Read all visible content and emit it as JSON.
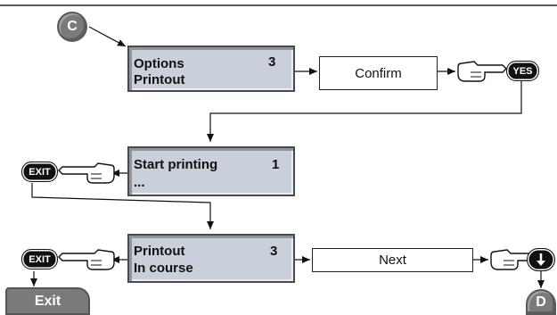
{
  "start_connector": "C",
  "end_connector": "D",
  "screens": [
    {
      "line1": "Options",
      "line2": "Printout",
      "number": "3"
    },
    {
      "line1": "Start printing",
      "line2": "...",
      "number": "1"
    },
    {
      "line1": "Printout",
      "line2": "In course",
      "number": "3"
    }
  ],
  "actions": {
    "confirm": "Confirm",
    "next": "Next"
  },
  "keys": {
    "yes": "YES",
    "exit1": "EXIT",
    "exit2": "EXIT",
    "down_icon": "down-arrow-icon",
    "hand_icon": "pointing-hand-icon"
  },
  "terminal": {
    "exit": "Exit"
  },
  "colors": {
    "lcd": "#c9d0d9",
    "connector": "#7a7a7a",
    "key": "#111111"
  }
}
